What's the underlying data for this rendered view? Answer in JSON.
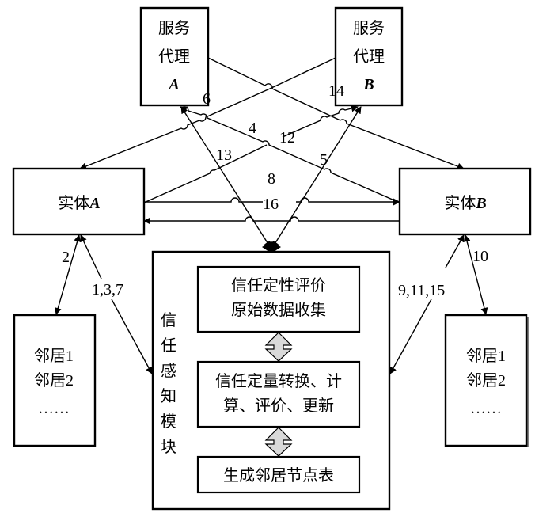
{
  "service_agent_a": {
    "line1": "服务",
    "line2": "代理",
    "line3": "A"
  },
  "service_agent_b": {
    "line1": "服务",
    "line2": "代理",
    "line3": "B"
  },
  "entity_a": {
    "label": "实体",
    "suffix": "A"
  },
  "entity_b": {
    "label": "实体",
    "suffix": "B"
  },
  "neighbors_left": {
    "line1": "邻居1",
    "line2": "邻居2",
    "line3": "……"
  },
  "neighbors_right": {
    "line1": "邻居1",
    "line2": "邻居2",
    "line3": "……"
  },
  "trust_module": {
    "vertical_label": [
      "信",
      "任",
      "感",
      "知",
      "模",
      "块"
    ],
    "step1": {
      "line1": "信任定性评价",
      "line2": "原始数据收集"
    },
    "step2": {
      "line1": "信任定量转换、计",
      "line2": "算、评价、更新"
    },
    "step3": {
      "line1": "生成邻居节点表"
    }
  },
  "edge_labels": {
    "e6": "6",
    "e14": "14",
    "e4": "4",
    "e12": "12",
    "e13": "13",
    "e5": "5",
    "e8": "8",
    "e16": "16",
    "e2": "2",
    "e137": "1,3,7",
    "e10": "10",
    "e91115": "9,11,15"
  }
}
